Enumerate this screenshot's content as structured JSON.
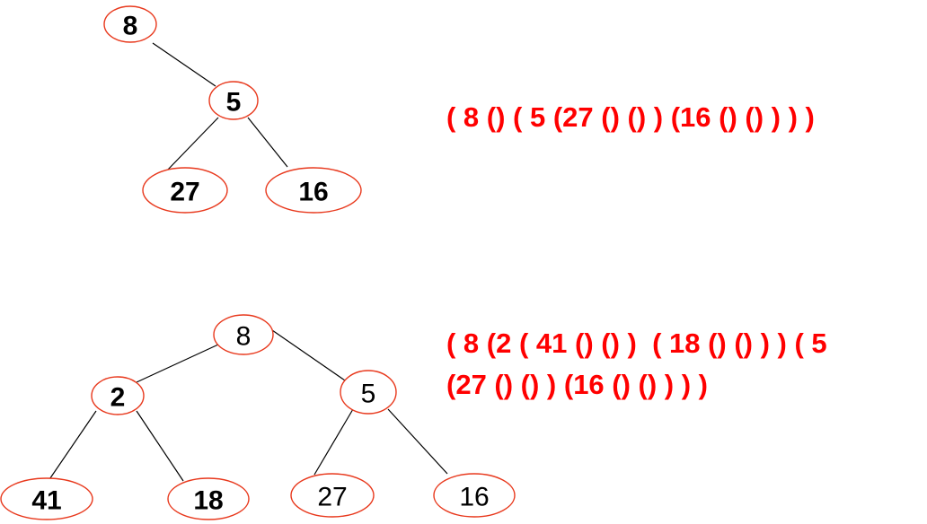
{
  "tree1": {
    "nodes": [
      {
        "id": "n8",
        "label": "8",
        "bold": true
      },
      {
        "id": "n5",
        "label": "5",
        "bold": true
      },
      {
        "id": "n27",
        "label": "27",
        "bold": true
      },
      {
        "id": "n16",
        "label": "16",
        "bold": true
      }
    ],
    "edges": [
      [
        "n8",
        "n5"
      ],
      [
        "n5",
        "n27"
      ],
      [
        "n5",
        "n16"
      ]
    ],
    "expression": "( 8 () ( 5 (27 () () ) (16 () () ) ) )"
  },
  "tree2": {
    "nodes": [
      {
        "id": "m8",
        "label": "8",
        "bold": false
      },
      {
        "id": "m2",
        "label": "2",
        "bold": true
      },
      {
        "id": "m5",
        "label": "5",
        "bold": false
      },
      {
        "id": "m41",
        "label": "41",
        "bold": true
      },
      {
        "id": "m18",
        "label": "18",
        "bold": true
      },
      {
        "id": "m27",
        "label": "27",
        "bold": false
      },
      {
        "id": "m16",
        "label": "16",
        "bold": false
      }
    ],
    "edges": [
      [
        "m8",
        "m2"
      ],
      [
        "m8",
        "m5"
      ],
      [
        "m2",
        "m41"
      ],
      [
        "m2",
        "m18"
      ],
      [
        "m5",
        "m27"
      ],
      [
        "m5",
        "m16"
      ]
    ],
    "expression_line1": "( 8 (2 ( 41 () () )  ( 18 () () ) ) ( 5",
    "expression_line2": "(27 () () ) (16 () () ) ) )"
  },
  "colors": {
    "node_stroke": "#e8381c",
    "expression": "#ff0000",
    "edge": "#000000"
  }
}
